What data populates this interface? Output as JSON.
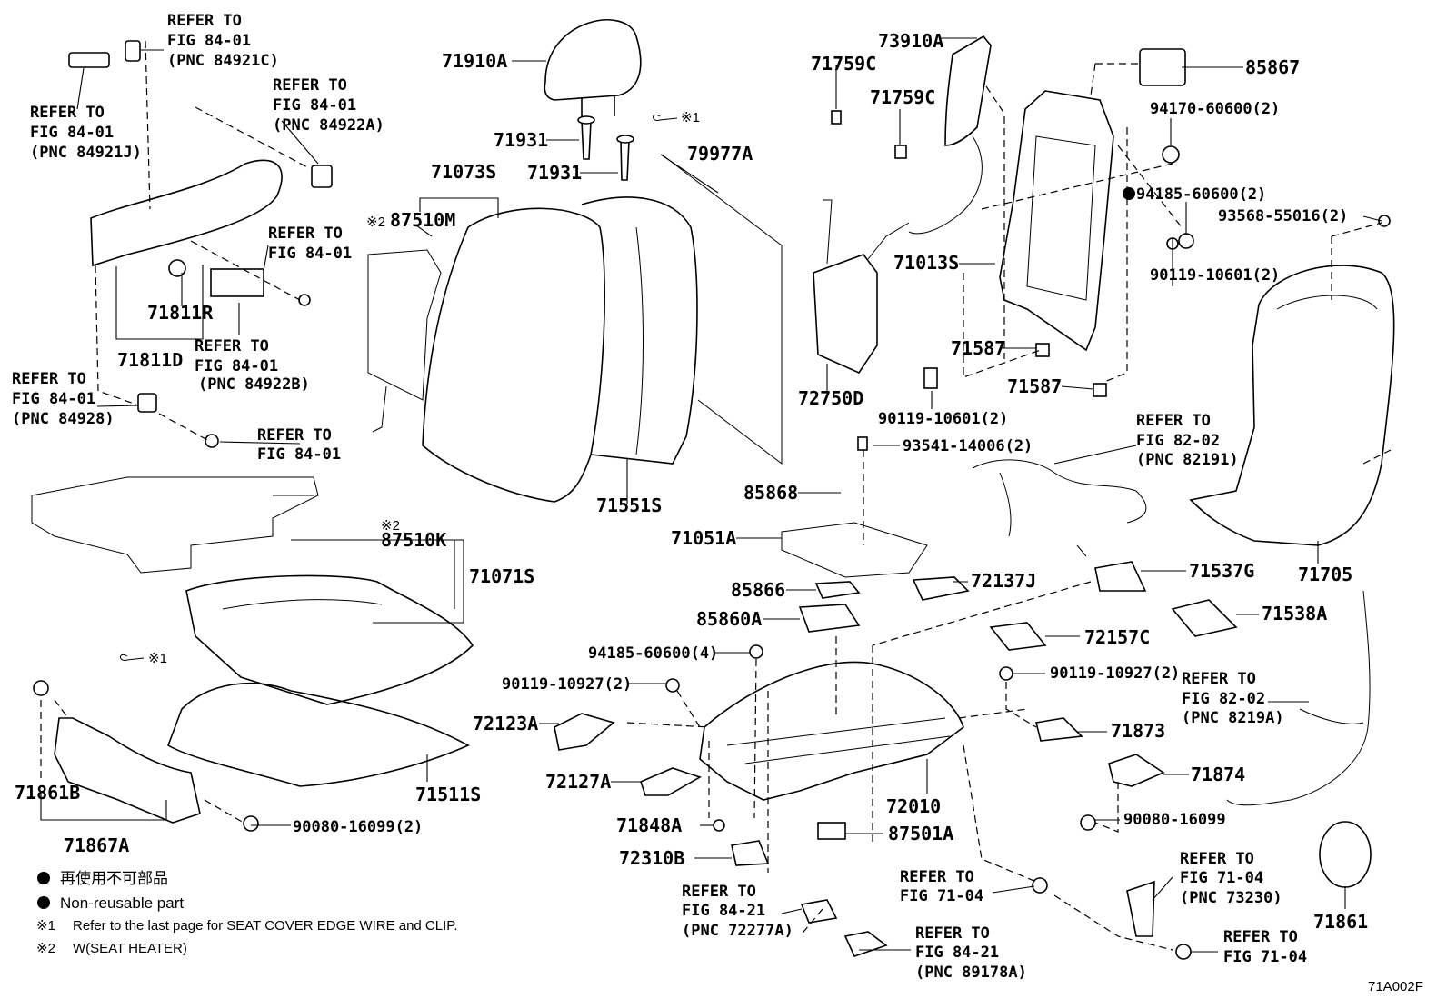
{
  "diagram_id": "71A002F",
  "legend": {
    "non_reusable_jp": "再使用不可部品",
    "non_reusable_en": "Non-reusable part",
    "note1_mark": "※1",
    "note1_text": "Refer to the last page for SEAT COVER EDGE WIRE and CLIP.",
    "note2_mark": "※2",
    "note2_text": "W(SEAT HEATER)"
  },
  "refer_blocks": [
    {
      "lines": [
        "REFER TO",
        "FIG 84-01",
        "(PNC 84921C)"
      ]
    },
    {
      "lines": [
        "REFER TO",
        "FIG 84-01",
        "(PNC 84921J)"
      ]
    },
    {
      "lines": [
        "REFER TO",
        "FIG 84-01",
        "(PNC 84922A)"
      ]
    },
    {
      "lines": [
        "REFER TO",
        "FIG 84-01"
      ]
    },
    {
      "lines": [
        "REFER TO",
        "FIG 84-01",
        "(PNC 84922B)"
      ]
    },
    {
      "lines": [
        "REFER TO",
        "FIG 84-01",
        "(PNC 84928)"
      ]
    },
    {
      "lines": [
        "REFER TO",
        "FIG 84-01"
      ]
    },
    {
      "lines": [
        "REFER TO",
        "FIG 82-02",
        "(PNC 82191)"
      ]
    },
    {
      "lines": [
        "REFER TO",
        "FIG 82-02",
        "(PNC 8219A)"
      ]
    },
    {
      "lines": [
        "REFER TO",
        "FIG 84-21",
        "(PNC 72277A)"
      ]
    },
    {
      "lines": [
        "REFER TO",
        "FIG 71-04"
      ]
    },
    {
      "lines": [
        "REFER TO",
        "FIG 84-21",
        "(PNC 89178A)"
      ]
    },
    {
      "lines": [
        "REFER TO",
        "FIG 71-04",
        "(PNC 73230)"
      ]
    },
    {
      "lines": [
        "REFER TO",
        "FIG 71-04"
      ]
    }
  ],
  "parts": [
    "71910A",
    "71931",
    "71931",
    "71073S",
    "87510M",
    "79977A",
    "71551S",
    "71811R",
    "71811D",
    "87510K",
    "71071S",
    "71511S",
    "71861B",
    "71867A",
    "90080-16099(2)",
    "71759C",
    "71759C",
    "73910A",
    "72750D",
    "71013S",
    "85867",
    "94170-60600(2)",
    "94185-60600(2)",
    "93568-55016(2)",
    "90119-10601(2)",
    "71587",
    "71587",
    "90119-10601(2)",
    "93541-14006(2)",
    "85868",
    "71051A",
    "85866",
    "85860A",
    "72137J",
    "94185-60600(4)",
    "90119-10927(2)",
    "72123A",
    "72127A",
    "71848A",
    "72310B",
    "72010",
    "87501A",
    "72157C",
    "90119-10927(2)",
    "71873",
    "71874",
    "90080-16099",
    "71537G",
    "71538A",
    "71705",
    "71861"
  ],
  "note_marks": {
    "m1": "※1",
    "m2": "※1",
    "m3": "※2",
    "m4": "※2"
  }
}
